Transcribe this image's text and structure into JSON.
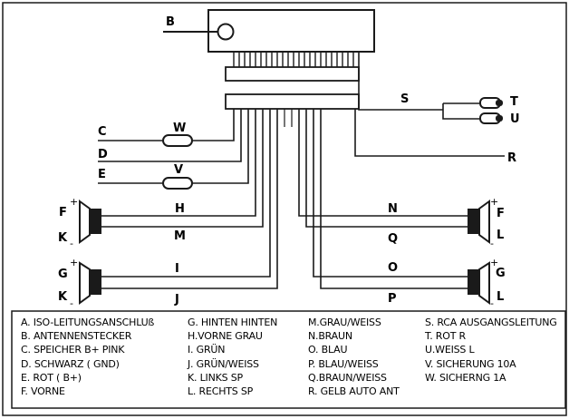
{
  "diagram": {
    "wire_labels": {
      "B": "B",
      "C": "C",
      "D": "D",
      "E": "E",
      "W": "W",
      "V": "V",
      "H": "H",
      "M": "M",
      "I": "I",
      "J": "J",
      "N": "N",
      "Q": "Q",
      "O": "O",
      "P": "P",
      "S": "S",
      "T": "T",
      "U": "U",
      "R": "R"
    },
    "speaker_labels": {
      "front_left_top": "F",
      "front_left_bottom": "K",
      "rear_left_top": "G",
      "rear_left_bottom": "K",
      "front_right_top": "F",
      "front_right_bottom": "L",
      "rear_right_top": "G",
      "rear_right_bottom": "L"
    },
    "polarity": {
      "plus": "+",
      "minus": "-"
    }
  },
  "legend": {
    "columns": [
      [
        "A. ISO-LEITUNGSANSCHLUß",
        "B. ANTENNENSTECKER",
        "C. SPEICHER B+ PINK",
        "D. SCHWARZ ( GND)",
        "E. ROT ( B+)",
        "F. VORNE"
      ],
      [
        "G. HINTEN HINTEN",
        "H.VORNE GRAU",
        "I. GRÜN",
        "J. GRÜN/WEISS",
        "K. LINKS SP",
        "L. RECHTS SP"
      ],
      [
        "M.GRAU/WEISS",
        "N.BRAUN",
        "O. BLAU",
        "P. BLAU/WEISS",
        "Q.BRAUN/WEISS",
        "R. GELB AUTO ANT"
      ],
      [
        "S. RCA AUSGANGSLEITUNG",
        "T. ROT R",
        "U.WEISS L",
        "V. SICHERUNG 10A",
        "W. SICHERNG 1A"
      ]
    ]
  },
  "colors": {
    "line": "#1a1a1a",
    "background": "#ffffff"
  }
}
